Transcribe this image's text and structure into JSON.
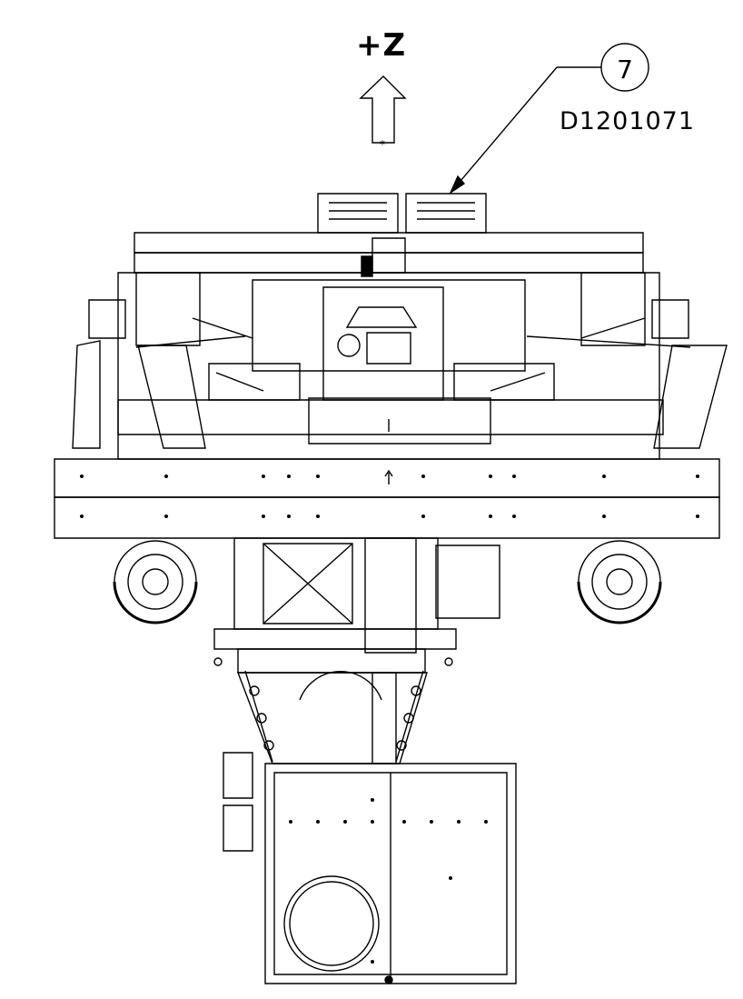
{
  "axis": {
    "label": "+Z"
  },
  "callout": {
    "number": "7",
    "part_number": "D1201071"
  },
  "colors": {
    "ink": "#000000",
    "paper": "#ffffff"
  }
}
